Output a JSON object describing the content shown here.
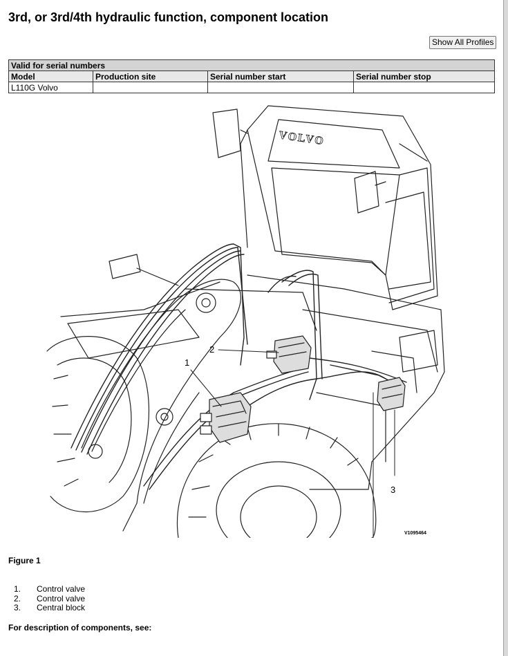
{
  "page": {
    "title": "3rd, or 3rd/4th hydraulic function, component location",
    "show_all_profiles_label": "Show All Profiles"
  },
  "serials_table": {
    "caption": "Valid for serial numbers",
    "headers": [
      "Model",
      "Production site",
      "Serial number start",
      "Serial number stop"
    ],
    "rows": [
      [
        "L110G Volvo",
        "",
        "",
        ""
      ]
    ]
  },
  "figure": {
    "callouts": [
      "1",
      "2",
      "3"
    ],
    "brand_text": "VOLVO",
    "image_code": "V1095464",
    "caption": "Figure 1"
  },
  "legend": [
    {
      "num": "1.",
      "text": "Control valve"
    },
    {
      "num": "2.",
      "text": "Control valve"
    },
    {
      "num": "3.",
      "text": "Central block"
    }
  ],
  "description_label": "For description of components, see:"
}
